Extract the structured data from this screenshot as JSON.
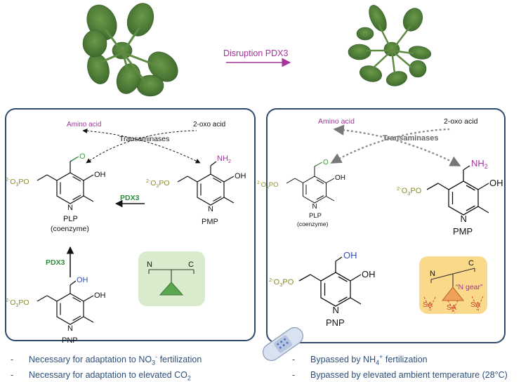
{
  "header": {
    "arrow_label": "Disruption PDX3"
  },
  "left_panel": {
    "amino_acid": "Amino acid",
    "oxo_acid": "2-oxo acid",
    "transaminases": "Transaminases",
    "plp_name": "PLP",
    "plp_sub": "(coenzyme)",
    "pmp_name": "PMP",
    "pnp_name": "PNP",
    "enzyme_h": "PDX3",
    "enzyme_v": "PDX3",
    "balance_n": "N",
    "balance_c": "C"
  },
  "right_panel": {
    "amino_acid": "Amino acid",
    "oxo_acid": "2-oxo acid",
    "transaminases": "Transaminases",
    "plp_name": "PLP",
    "plp_sub": "(coenzyme)",
    "pmp_name": "PMP",
    "pnp_name": "PNP",
    "balance_n": "N",
    "balance_c": "C",
    "n_gear": "“N gear”",
    "sa_labels": [
      "SA",
      "SA",
      "SA"
    ]
  },
  "chem": {
    "aldehyde_o": "O",
    "oh": "OH",
    "nh2": "NH",
    "nh2_sub": "2",
    "ring_n": "N",
    "phosphate_pre": "2-",
    "phosphate_main": "O",
    "phosphate_sub": "3",
    "phosphate_post": "PO"
  },
  "footer": {
    "left": [
      {
        "pre": "Necessary for adaptation to NO",
        "sub": "3",
        "sup": "-",
        "post": " fertilization"
      },
      {
        "pre": "Necessary for adaptation to elevated CO",
        "sub": "2",
        "sup": "",
        "post": ""
      }
    ],
    "right": [
      {
        "pre": "Bypassed by NH",
        "sub": "4",
        "sup": "+",
        "post": " fertilization"
      },
      {
        "pre": "Bypassed by elevated ambient temperature (28°C)",
        "sub": "",
        "sup": "",
        "post": ""
      }
    ]
  },
  "colors": {
    "panel_border": "#2e4a6c",
    "magenta": "#a3349a",
    "green_enzyme": "#2e8b3e",
    "olive": "#8c8a2a",
    "oh_blue": "#3352a8",
    "aldehyde_green": "#3a9a3a",
    "balance_bg": "#d8ebcc",
    "gear_bg": "#fbd98a",
    "sa_red": "#d63a2a",
    "leaf": "#4f7f3a",
    "footer_text": "#2d4f78"
  }
}
